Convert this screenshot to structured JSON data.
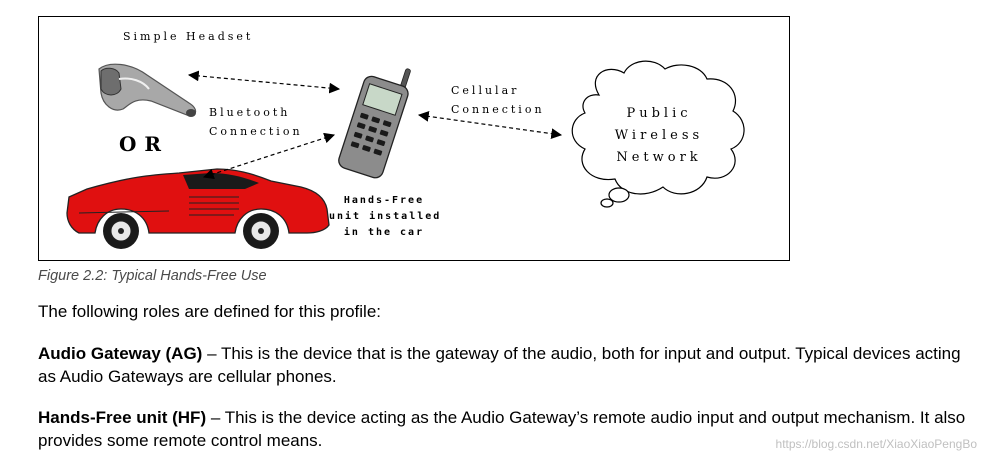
{
  "figure": {
    "headset_label": "Simple Headset",
    "bluetooth_label_line1": "Bluetooth",
    "bluetooth_label_line2": "Connection",
    "or_label": "OR",
    "cellular_label_line1": "Cellular",
    "cellular_label_line2": "Connection",
    "network_label_line1": "Public",
    "network_label_line2": "Wireless",
    "network_label_line3": "Network",
    "hf_label_line1": "Hands-Free",
    "hf_label_line2": "unit installed",
    "hf_label_line3": "in the car",
    "colors": {
      "car": "#e01010",
      "phone": "#8a8a8a",
      "headset": "#9a9a9a"
    }
  },
  "caption": "Figure 2.2: Typical Hands-Free Use",
  "intro": "The following roles are defined for this profile:",
  "roles": [
    {
      "term": "Audio Gateway (AG)",
      "description": " – This is the device that is the gateway of the audio, both for input and output. Typical devices acting as Audio Gateways are cellular phones."
    },
    {
      "term": "Hands-Free unit (HF)",
      "description": " – This is the device acting as the Audio Gateway’s remote audio input and output mechanism. It also provides some remote control means."
    }
  ],
  "watermark": "https://blog.csdn.net/XiaoXiaoPengBo"
}
